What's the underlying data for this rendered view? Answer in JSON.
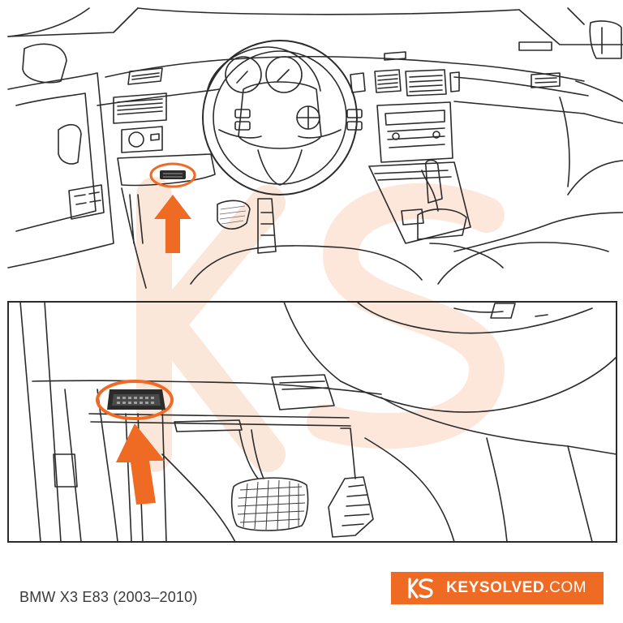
{
  "caption": {
    "vehicle": "BMW X3 E83 (2003–2010)"
  },
  "brand": {
    "name": "KEYSOLVED",
    "tld": ".COM",
    "logo_letters": "KS",
    "color": "#ef6a23"
  },
  "colors": {
    "accent": "#ef6a23",
    "line": "#2b2b2b",
    "watermark": "#fbe3d3"
  },
  "panels": [
    {
      "name": "dashboard-overview",
      "highlight": "obd-port-location",
      "arrow": "orange-up-arrow"
    },
    {
      "name": "footwell-closeup",
      "highlight": "obd-port-location",
      "arrow": "orange-up-arrow"
    }
  ]
}
